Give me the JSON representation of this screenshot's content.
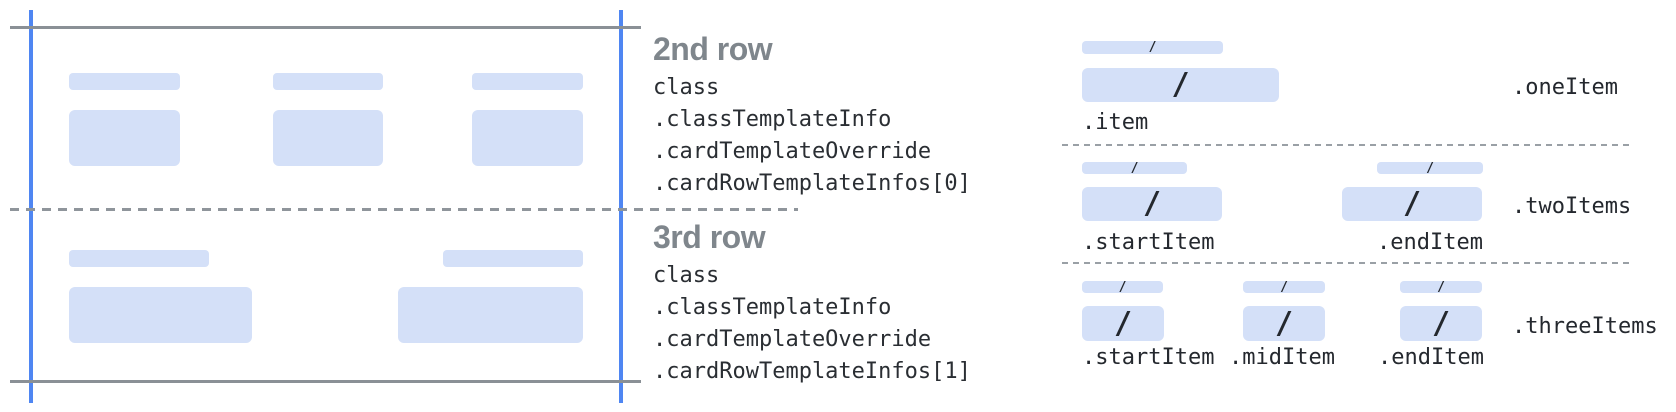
{
  "colors": {
    "guide_blue": "#4f86f2",
    "guide_gray": "#8a9096",
    "dashed_gray": "#9aa0a6",
    "placeholder_fill": "#d4e0f8",
    "heading_gray": "#7f868c",
    "code_text": "#2a2e33",
    "slash_text": "#24282e"
  },
  "slash_glyph": "/",
  "card_wireframe": {
    "rows": [
      {
        "name": "2nd row",
        "placeholder_columns": 3
      },
      {
        "name": "3rd row",
        "placeholder_columns": 2
      }
    ]
  },
  "annotations": [
    {
      "heading": "2nd row",
      "code_lines": [
        "class",
        ".classTemplateInfo",
        ".cardTemplateOverride",
        ".cardRowTemplateInfos[0]"
      ]
    },
    {
      "heading": "3rd row",
      "code_lines": [
        "class",
        ".classTemplateInfo",
        ".cardTemplateOverride",
        ".cardRowTemplateInfos[1]"
      ]
    }
  ],
  "layout_sections": [
    {
      "section_label": ".oneItem",
      "item_labels": [
        ".item"
      ]
    },
    {
      "section_label": ".twoItems",
      "item_labels": [
        ".startItem",
        ".endItem"
      ]
    },
    {
      "section_label": ".threeItems",
      "item_labels": [
        ".startItem",
        ".midItem",
        ".endItem"
      ]
    }
  ]
}
